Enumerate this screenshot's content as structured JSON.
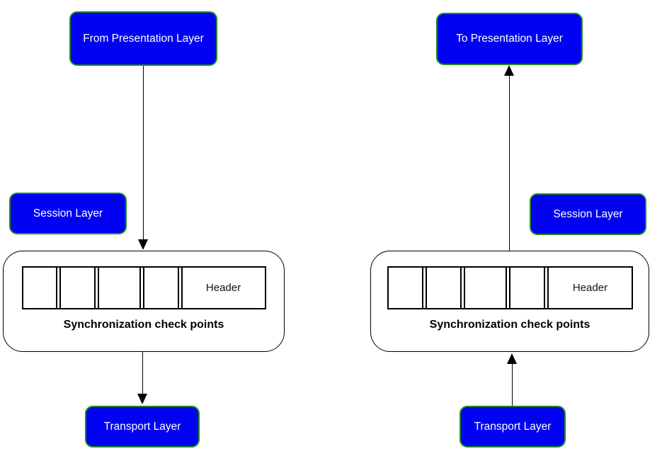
{
  "colors": {
    "node_fill": "#0202f2",
    "node_stroke": "#228B22",
    "node_text": "#ffffff",
    "line": "#000000"
  },
  "left_flow": {
    "direction": "down",
    "top_label": "From Presentation Layer",
    "side_label": "Session Layer",
    "sync_box": {
      "cells": 4,
      "header_label": "Header",
      "caption": "Synchronization check points"
    },
    "bottom_label": "Transport Layer"
  },
  "right_flow": {
    "direction": "up",
    "top_label": "To Presentation Layer",
    "side_label": "Session Layer",
    "sync_box": {
      "cells": 4,
      "header_label": "Header",
      "caption": "Synchronization check points"
    },
    "bottom_label": "Transport Layer"
  }
}
